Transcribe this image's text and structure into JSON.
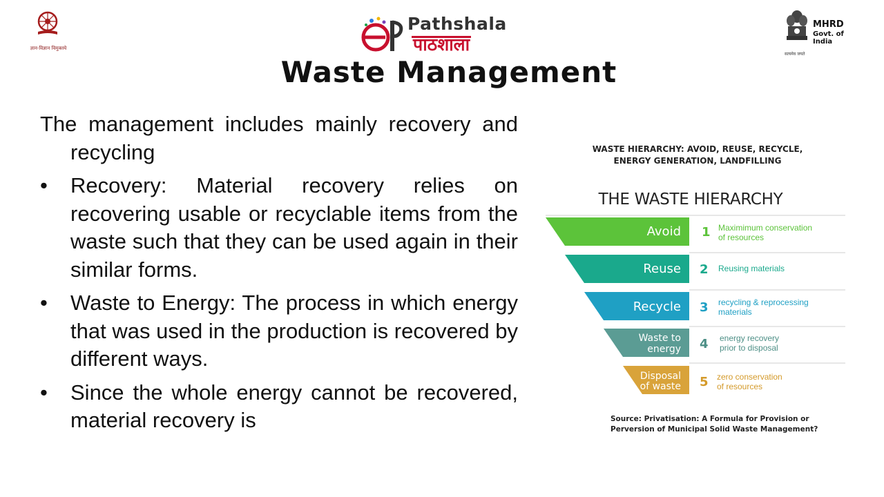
{
  "header": {
    "left_logo_motto": "ज्ञान-विज्ञान विमुक्तये",
    "center_brand_en": "Pathshala",
    "center_brand_hi": "पाठशाला",
    "right_logo_title": "MHRD",
    "right_logo_subtitle": "Govt. of India",
    "right_logo_motto": "सत्यमेव जयते"
  },
  "slide": {
    "title": "Waste Management",
    "intro": "The management includes mainly recovery and recycling",
    "bullets": [
      {
        "marker": "•",
        "text": "Recovery: Material recovery relies on recovering usable or recyclable items from the waste such that they can be used again in their similar forms."
      },
      {
        "marker": "•",
        "text": "Waste to Energy: The process in which energy that was used in the production is recovered by different ways."
      },
      {
        "marker": "•",
        "text": "Since the whole energy cannot be recovered, material recovery is"
      }
    ]
  },
  "figure": {
    "heading_line1": "WASTE HIERARCHY: AVOID, REUSE, RECYCLE,",
    "heading_line2": "ENERGY GENERATION, LANDFILLING",
    "title": "THE WASTE HIERARCHY",
    "tiers": [
      {
        "label": "Avoid",
        "number": "1",
        "desc_line1": "Maximimum conservation",
        "desc_line2": "of resources",
        "color": "#5cc33a",
        "text_color": "#5cc33a"
      },
      {
        "label": "Reuse",
        "number": "2",
        "desc_line1": "Reusing materials",
        "desc_line2": "",
        "color": "#1aa98c",
        "text_color": "#1aa98c"
      },
      {
        "label": "Recycle",
        "number": "3",
        "desc_line1": "recycling & reprocessing",
        "desc_line2": "materials",
        "color": "#1fa0c4",
        "text_color": "#1fa0c4"
      },
      {
        "label_line1": "Waste to",
        "label_line2": "energy",
        "number": "4",
        "desc_line1": "energy recovery",
        "desc_line2": "prior to disposal",
        "color": "#5b9c94",
        "text_color": "#4d8f86"
      },
      {
        "label_line1": "Disposal",
        "label_line2": "of waste",
        "number": "5",
        "desc_line1": "zero conservation",
        "desc_line2": "of resources",
        "color": "#d9a33a",
        "text_color": "#d49a2a"
      }
    ],
    "source_line1": "Source: Privatisation: A Formula for Provision or",
    "source_line2": "Perversion of Municipal Solid Waste Management?"
  }
}
